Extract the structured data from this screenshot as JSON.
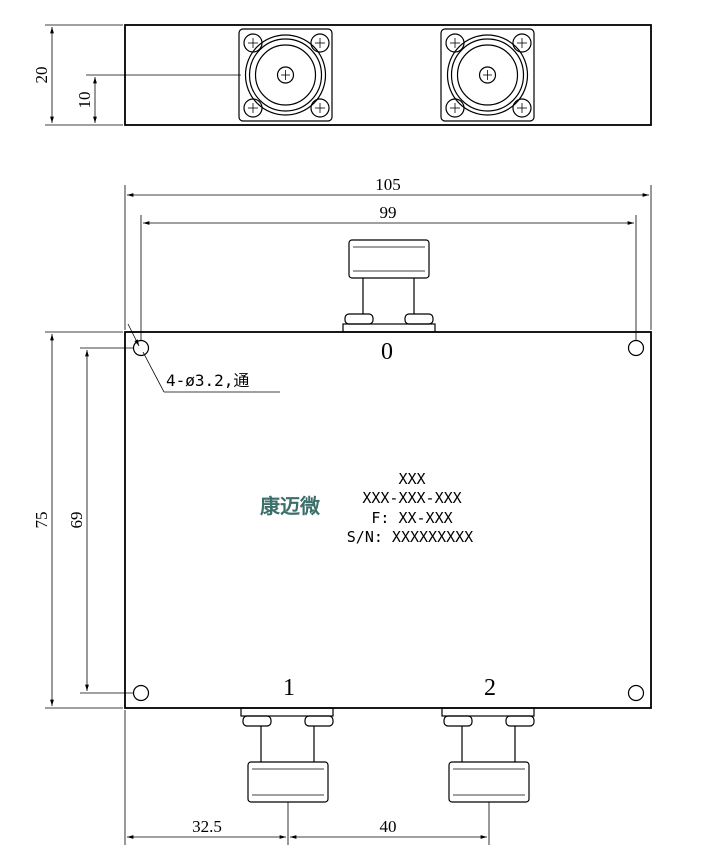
{
  "dimensions": {
    "top_height": "20",
    "top_half_height": "10",
    "total_width": "105",
    "hole_spacing_width": "99",
    "body_height": "75",
    "hole_spacing_height": "69",
    "port1_offset": "32.5",
    "port_spacing": "40"
  },
  "ports": {
    "input": "0",
    "output1": "1",
    "output2": "2"
  },
  "hole_note": "4-ø3.2,通",
  "label": {
    "brand": "康迈微",
    "model": "XXX",
    "part_number": "XXX-XXX-XXX",
    "frequency": "F: XX-XXX",
    "serial": "S/N: XXXXXXXXX"
  }
}
